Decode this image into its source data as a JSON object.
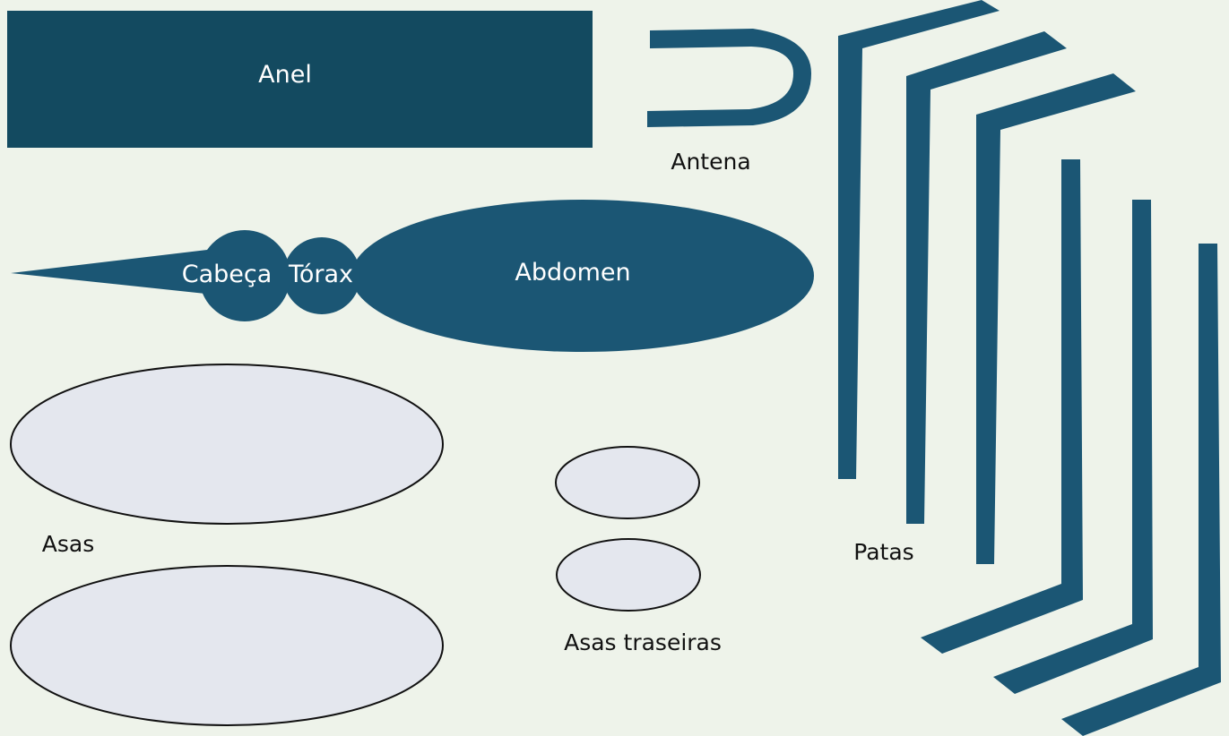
{
  "colors": {
    "background": "#eef3ea",
    "part_fill": "#1b5674",
    "part_fill_dark": "#134a60",
    "wing_fill": "#e4e7ee",
    "wing_stroke": "#111111",
    "label_on_part": "#ffffff",
    "label_outside": "#111111"
  },
  "labels": {
    "ring": "Anel",
    "antenna": "Antena",
    "head": "Cabeça",
    "thorax": "Tórax",
    "abdomen": "Abdomen",
    "wings": "Asas",
    "hind_wings": "Asas traseiras",
    "legs": "Patas"
  }
}
